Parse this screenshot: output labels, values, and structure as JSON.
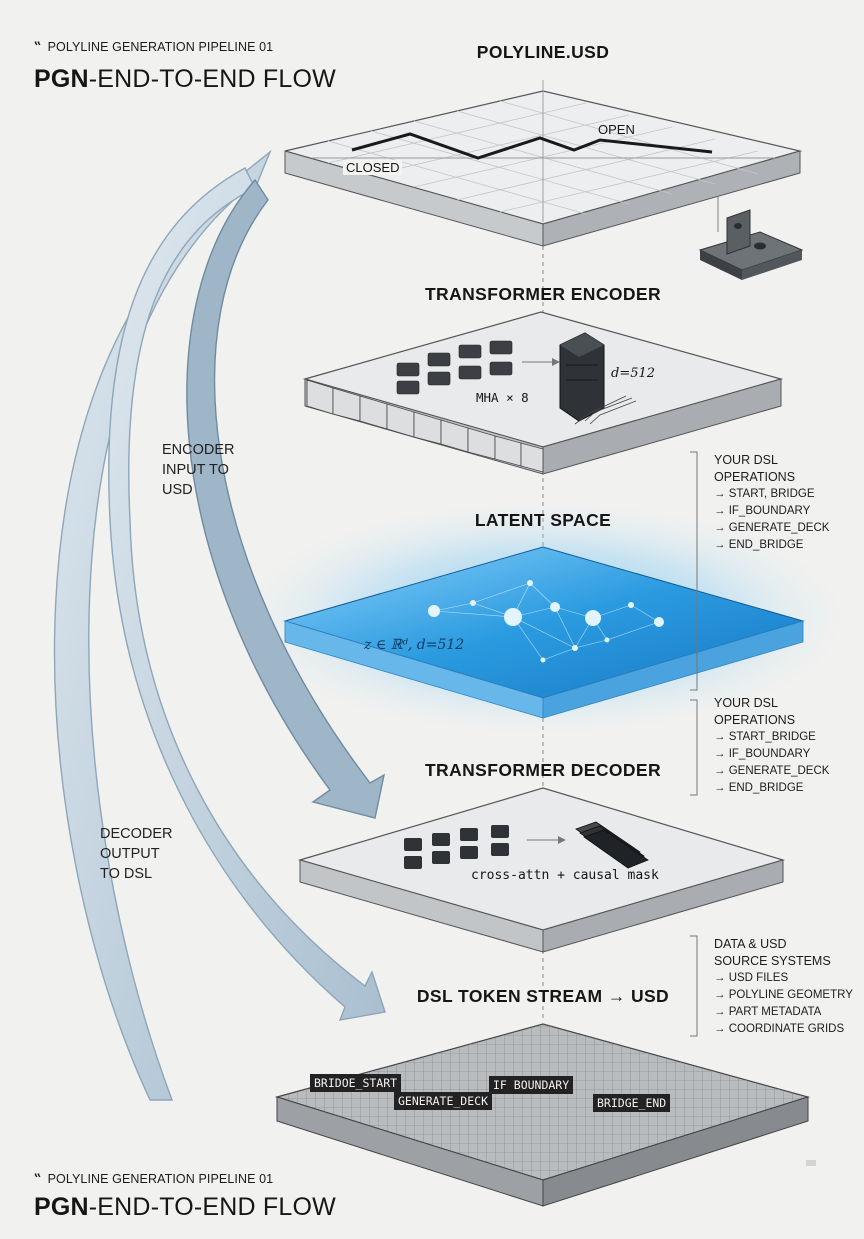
{
  "header_top": {
    "kicker": "POLYLINE GENERATION PIPELINE 01",
    "title_bold": "PGN",
    "title_rest": "-END-TO-END FLOW"
  },
  "header_bottom": {
    "kicker": "POLYLINE GENERATION PIPELINE 01",
    "title_bold": "PGN",
    "title_rest": "-END-TO-END FLOW"
  },
  "layers": {
    "polyline": {
      "title": "POLYLINE.USD",
      "open_label": "OPEN",
      "closed_label": "CLOSED"
    },
    "encoder": {
      "title": "TRANSFORMER ENCODER",
      "mha_label": "MHA × 8",
      "dim_label": "d=512"
    },
    "latent": {
      "title": "LATENT SPACE",
      "formula": "z ∈ ℝᵈ, d=512"
    },
    "decoder": {
      "title": "TRANSFORMER DECODER",
      "attn_label": "cross-attn + causal mask"
    },
    "token_stream": {
      "title": "DSL TOKEN STREAM → USD",
      "tokens": [
        "BRIDOE_START",
        "GENERATE_DECK",
        "IF BOUNDARY",
        "BRIDGE_END"
      ]
    }
  },
  "arrows": {
    "encoder_input": "ENCODER\nINPUT TO\nUSD",
    "decoder_output": "DECODER\nOUTPUT\nTO DSL"
  },
  "notes": {
    "dsl_ops_1": {
      "heading": "YOUR DSL\nOPERATIONS",
      "items": [
        "START, BRIDGE",
        "IF_BOUNDARY",
        "GENERATE_DECK",
        "END_BRIDGE"
      ]
    },
    "dsl_ops_2": {
      "heading": "YOUR DSL\nOPERATIONS",
      "items": [
        "START_BRIDGE",
        "IF_BOUNDARY",
        "GENERATE_DECK",
        "END_BRIDGE"
      ]
    },
    "sources": {
      "heading": "DATA & USD\nSOURCE SYSTEMS",
      "items": [
        "USD FILES",
        "POLYLINE GEOMETRY",
        "PART METADATA",
        "COORDINATE GRIDS"
      ]
    }
  },
  "colors": {
    "slab_top": "#e9ebec",
    "slab_side": "#bfc2c5",
    "latent_glow": "#36a8ea",
    "arrow_fill": "#c6d6e2",
    "token_bg": "#222222"
  }
}
